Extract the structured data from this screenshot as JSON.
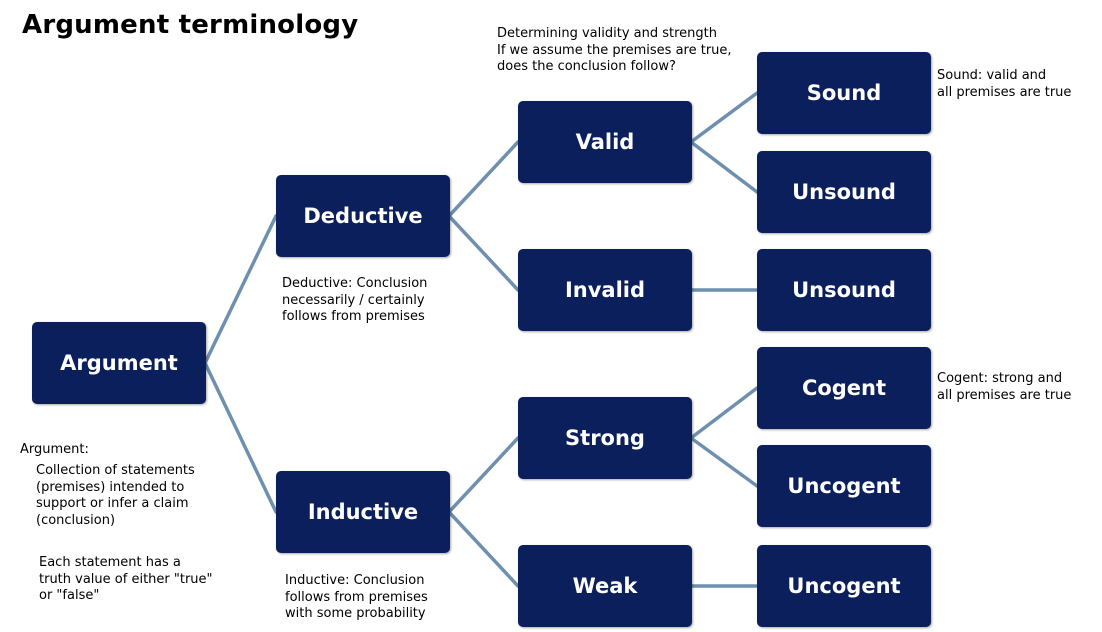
{
  "title": "Argument terminology",
  "nodes": {
    "argument": "Argument",
    "deductive": "Deductive",
    "inductive": "Inductive",
    "valid": "Valid",
    "invalid": "Invalid",
    "strong": "Strong",
    "weak": "Weak",
    "sound": "Sound",
    "unsound_valid": "Unsound",
    "unsound_invalid": "Unsound",
    "cogent": "Cogent",
    "uncogent_strong": "Uncogent",
    "uncogent_weak": "Uncogent"
  },
  "notes": {
    "validity": [
      "Determining validity and strength",
      "If we assume the premises are true,",
      "does the conclusion follow?"
    ],
    "sound": [
      "Sound: valid and",
      "all premises are true"
    ],
    "cogent": [
      "Cogent: strong and",
      "all premises are true"
    ],
    "deductive": [
      "Deductive: Conclusion",
      "necessarily / certainly",
      "follows from premises"
    ],
    "inductive": [
      "Inductive: Conclusion",
      "follows from premises",
      "with some probability"
    ],
    "argument_heading": "Argument:",
    "argument_def": [
      "Collection of statements",
      "(premises) intended to",
      "support or infer a claim",
      "(conclusion)"
    ],
    "argument_truth": [
      "Each statement has a",
      "truth value of either \"true\"",
      "or \"false\""
    ]
  },
  "colors": {
    "node_fill": "#0b1f5c",
    "connector": "#6f8fb0"
  }
}
